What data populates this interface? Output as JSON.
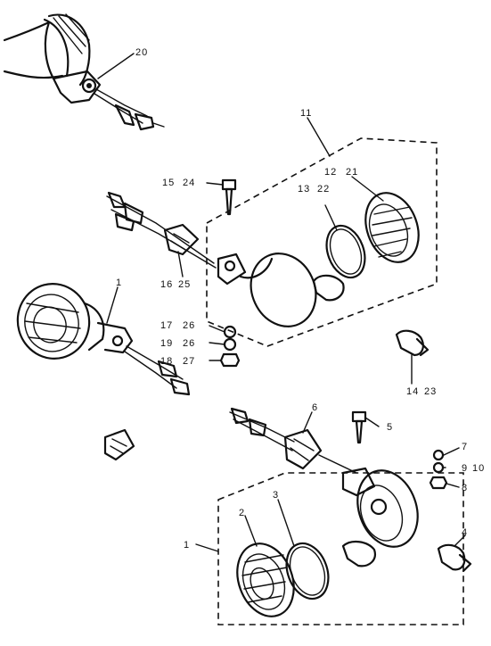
{
  "labels": {
    "l20": "20",
    "l11": "11",
    "l12": "12",
    "l21": "21",
    "l13": "13",
    "l22": "22",
    "l15": "15",
    "l24": "24",
    "l16": "16",
    "l25": "25",
    "l1a": "1",
    "l17": "17",
    "l26a": "26",
    "l19": "19",
    "l26b": "26",
    "l18": "18",
    "l27": "27",
    "l14": "14",
    "l23": "23",
    "l6": "6",
    "l5": "5",
    "l7": "7",
    "l9": "9",
    "l10": "10",
    "l8": "8",
    "l2": "2",
    "l3": "3",
    "l1b": "1",
    "l4": "4"
  }
}
